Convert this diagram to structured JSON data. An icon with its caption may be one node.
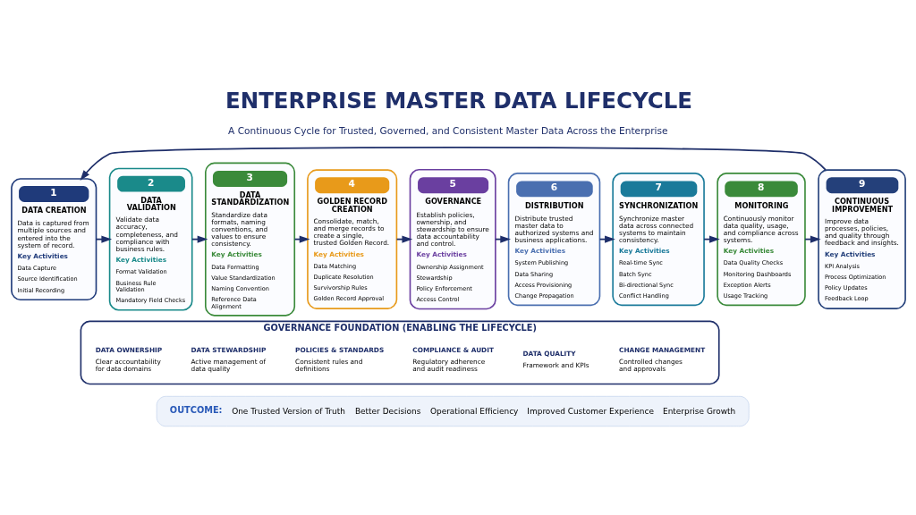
{
  "diagram": {
    "title": "ENTERPRISE MASTER DATA LIFECYCLE",
    "nodes": [
      {
        "text": [
          "1",
          "DATA CREATION",
          "Data is captured from multiple sources and entered into the system of record.",
          "Key Activities",
          "Data Capture",
          "Source Identification",
          "Initial Recording"
        ]
      },
      {
        "text": [
          "2",
          "DATA VALIDATION",
          "Validate data accuracy, completeness, and compliance with business rules.",
          "Key Activities",
          "Format Validation",
          "Business Rule Validation",
          "Mandatory Field Checks"
        ]
      },
      {
        "text": [
          "3",
          "DATA STANDARDIZATION",
          "Standardize data formats, naming conventions, and values to ensure consistency.",
          "Key Activities",
          "Data Formatting",
          "Value Standardization",
          "Naming Convention",
          "Reference Data Alignment"
        ]
      },
      {
        "text": [
          "4",
          "GOLDEN RECORD CREATION",
          "Consolidate, match, and merge records to create a single, trusted Golden Record.",
          "Key Activities",
          "Data Matching",
          "Duplicate Resolution",
          "Survivorship Rules",
          "Golden Record Approval"
        ]
      },
      {
        "text": [
          "5",
          "GOVERNANCE",
          "Establish policies, ownership, and stewardship to ensure data accountability and control.",
          "Key Activities",
          "Ownership Assignment",
          "Stewardship",
          "Policy Enforcement",
          "Access Control"
        ]
      },
      {
        "text": [
          "6",
          "DISTRIBUTION",
          "Distribute trusted master data to authorized systems and business applications.",
          "Key Activities",
          "System Publishing",
          "Data Sharing",
          "Access Provisioning",
          "Change Propagation"
        ]
      },
      {
        "text": [
          "7",
          "SYNCHRONIZATION",
          "Synchronize master data across connected systems to maintain consistency.",
          "Key Activities",
          "Real-time Sync",
          "Batch Sync",
          "Bi-directional Sync",
          "Conflict Handling"
        ]
      },
      {
        "text": [
          "8",
          "MONITORING",
          "Continuously monitor data quality, usage, and compliance across systems.",
          "Key Activities",
          "Data Quality Checks",
          "Monitoring Dashboards",
          "Exception Alerts",
          "Usage Tracking"
        ]
      },
      {
        "text": [
          "9",
          "CONTINUOUS IMPROVEMENT",
          "Improve data processes, policies, and quality through feedback and insights.",
          "Key Activities",
          "KPI Analysis",
          "Process Optimization",
          "Policy Updates",
          "Feedback Loop"
        ]
      },
      {
        "text": [
          "GOVERNANCE FOUNDATION (ENABLING THE LIFECYCLE)"
        ]
      },
      {
        "text": [
          "DATA OWNERSHIP",
          "Clear accountability for data domains"
        ],
        "in": 9
      },
      {
        "text": [
          "DATA STEWARDSHIP",
          "Active management of data quality"
        ],
        "in": 9
      },
      {
        "text": [
          "POLICIES & STANDARDS",
          "Consistent rules and definitions"
        ],
        "in": 9
      },
      {
        "text": [
          "COMPLIANCE & AUDIT",
          "Regulatory adherence and audit readiness"
        ],
        "in": 9
      },
      {
        "text": [
          "DATA QUALITY",
          "Framework and KPIs"
        ],
        "in": 9
      },
      {
        "text": [
          "CHANGE MANAGEMENT",
          "Controlled changes and approvals"
        ],
        "in": 9
      },
      {
        "text": [
          "OUTCOME:",
          "One Trusted Version of Truth",
          "Better Decisions",
          "Operational Efficiency",
          "Improved Customer Experience",
          "Enterprise Growth"
        ]
      }
    ],
    "edges": [
      {
        "from": 0,
        "to": 1,
        "arrow": "to"
      },
      {
        "from": 1,
        "to": 2,
        "arrow": "to"
      },
      {
        "from": 2,
        "to": 3,
        "arrow": "to"
      },
      {
        "from": 3,
        "to": 4,
        "arrow": "to"
      },
      {
        "from": 4,
        "to": 5,
        "arrow": "to"
      },
      {
        "from": 5,
        "to": 6,
        "arrow": "to"
      },
      {
        "from": 6,
        "to": 7,
        "arrow": "to"
      },
      {
        "from": 7,
        "to": 8,
        "arrow": "to"
      },
      {
        "from": 8,
        "to": 0,
        "arrow": "to"
      }
    ],
    "labels": [
      "A Continuous Cycle for Trusted, Governed, and Consistent Master Data Across the Enterprise"
    ]
  }
}
